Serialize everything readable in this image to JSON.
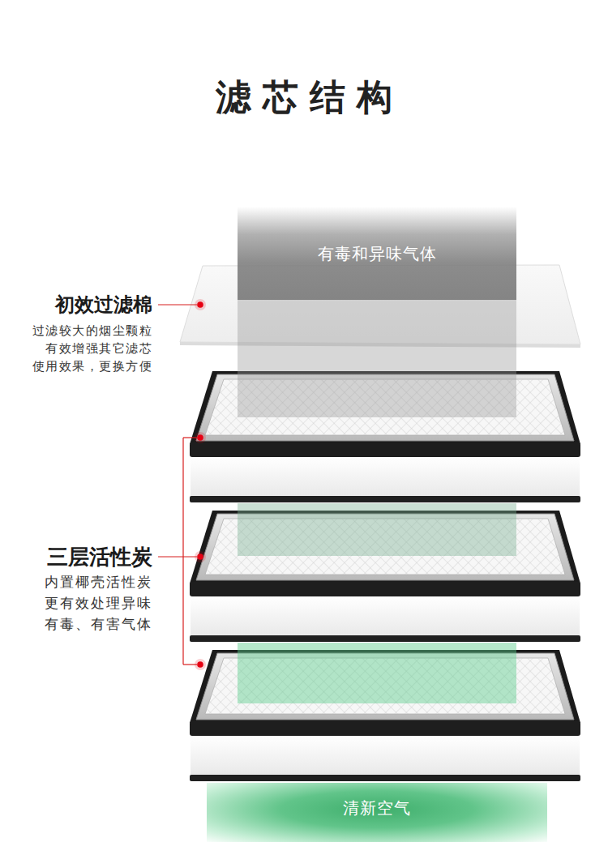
{
  "diagram": {
    "title": "滤芯结构",
    "nodes": [
      {
        "text": [
          "有毒和异味气体"
        ]
      },
      {
        "text": [
          "清新空气"
        ]
      }
    ],
    "labels": [
      "初效过滤棉",
      "过滤较大的烟尘颗粒 有效增强其它滤芯 使用效果，更换方便",
      "三层活性炭",
      "内置椰壳活性炭 更有效处理异味 有毒、有害气体"
    ]
  }
}
